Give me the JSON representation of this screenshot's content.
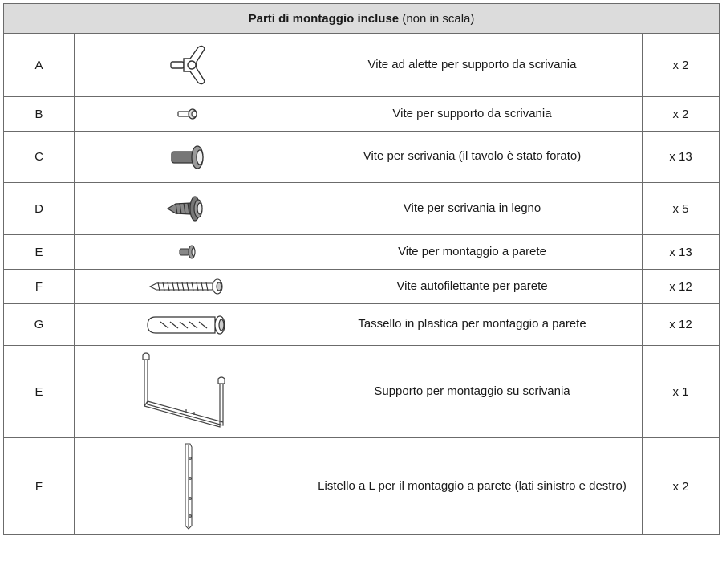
{
  "table": {
    "header_bold": "Parti di montaggio incluse",
    "header_rest": " (non in scala)",
    "rows": [
      {
        "letter": "A",
        "icon": "wing-screw-icon",
        "description": "Vite ad alette per supporto da scrivania",
        "qty": "x 2"
      },
      {
        "letter": "B",
        "icon": "small-screw-icon",
        "description": "Vite per supporto da scrivania",
        "qty": "x 2"
      },
      {
        "letter": "C",
        "icon": "desk-screw-icon",
        "description": "Vite per scrivania (il tavolo è stato forato)",
        "qty": "x 13"
      },
      {
        "letter": "D",
        "icon": "wood-screw-icon",
        "description": "Vite per scrivania in legno",
        "qty": "x 5"
      },
      {
        "letter": "E",
        "icon": "wall-screw-icon",
        "description": "Vite per montaggio a parete",
        "qty": "x 13"
      },
      {
        "letter": "F",
        "icon": "self-tapping-screw-icon",
        "description": "Vite autofilettante per parete",
        "qty": "x 12"
      },
      {
        "letter": "G",
        "icon": "plastic-anchor-icon",
        "description": "Tassello in plastica per montaggio a parete",
        "qty": "x 12"
      },
      {
        "letter": "E",
        "icon": "desk-bracket-icon",
        "description": "Supporto per montaggio su scrivania",
        "qty": "x 1"
      },
      {
        "letter": "F",
        "icon": "l-bracket-icon",
        "description": "Listello a L per il montaggio a parete (lati sinistro e destro)",
        "qty": "x 2"
      }
    ]
  }
}
